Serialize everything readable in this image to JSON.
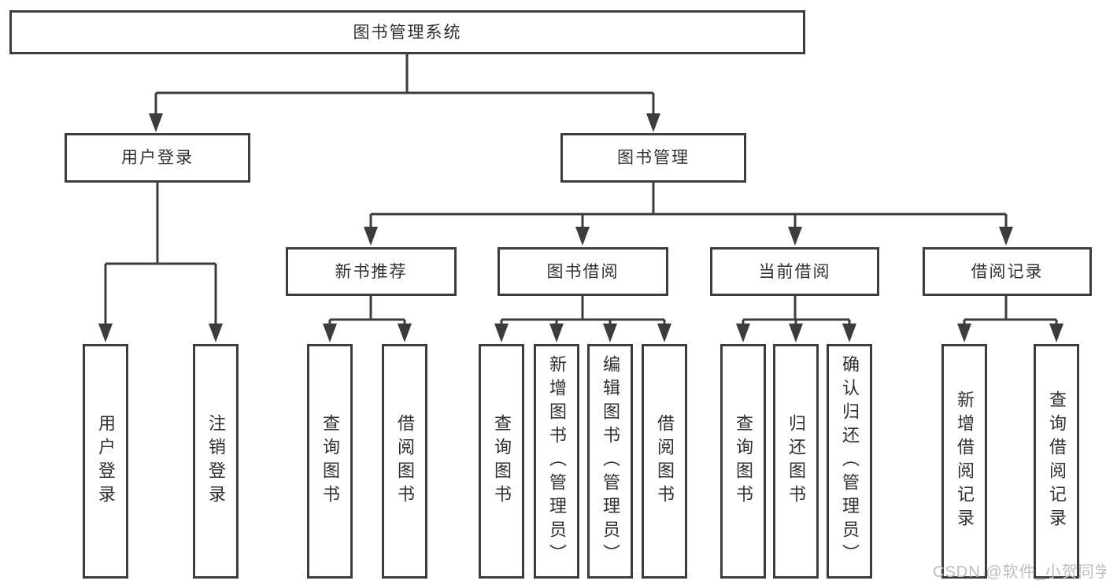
{
  "diagram": {
    "root": {
      "label": "图书管理系统"
    },
    "branches": [
      {
        "label": "用户登录",
        "children": [
          {
            "label": "用户登录"
          },
          {
            "label": "注销登录"
          }
        ]
      },
      {
        "label": "图书管理",
        "children": [
          {
            "label": "新书推荐",
            "children": [
              {
                "label": "查询图书"
              },
              {
                "label": "借阅图书"
              }
            ]
          },
          {
            "label": "图书借阅",
            "children": [
              {
                "label": "查询图书"
              },
              {
                "label": "新增图书（管理员）"
              },
              {
                "label": "编辑图书（管理员）"
              },
              {
                "label": "借阅图书"
              }
            ]
          },
          {
            "label": "当前借阅",
            "children": [
              {
                "label": "查询图书"
              },
              {
                "label": "归还图书"
              },
              {
                "label": "确认归还（管理员）"
              }
            ]
          },
          {
            "label": "借阅记录",
            "children": [
              {
                "label": "新增借阅记录"
              },
              {
                "label": "查询借阅记录"
              }
            ]
          }
        ]
      }
    ]
  },
  "watermark": {
    "text": "CSDN @软件_小贺同学",
    "color": "#bdbdbd"
  },
  "colors": {
    "line": "#3c3c3c",
    "text": "#2f2f2f",
    "background": "#ffffff"
  }
}
